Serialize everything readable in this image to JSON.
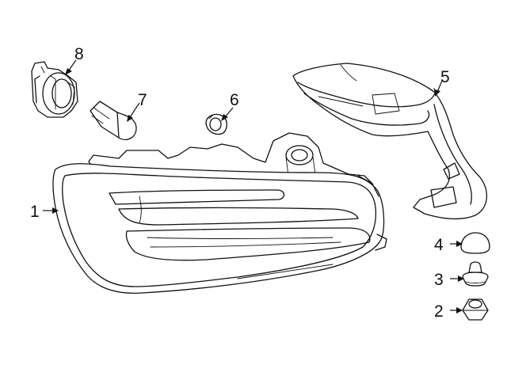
{
  "callouts": [
    {
      "id": "1",
      "part": "tail-lamp-assembly"
    },
    {
      "id": "2",
      "part": "nut"
    },
    {
      "id": "3",
      "part": "grommet"
    },
    {
      "id": "4",
      "part": "cap"
    },
    {
      "id": "5",
      "part": "trim-cover"
    },
    {
      "id": "6",
      "part": "seal"
    },
    {
      "id": "7",
      "part": "bulb"
    },
    {
      "id": "8",
      "part": "socket"
    }
  ],
  "colors": {
    "line": "#111111",
    "background": "#ffffff"
  }
}
